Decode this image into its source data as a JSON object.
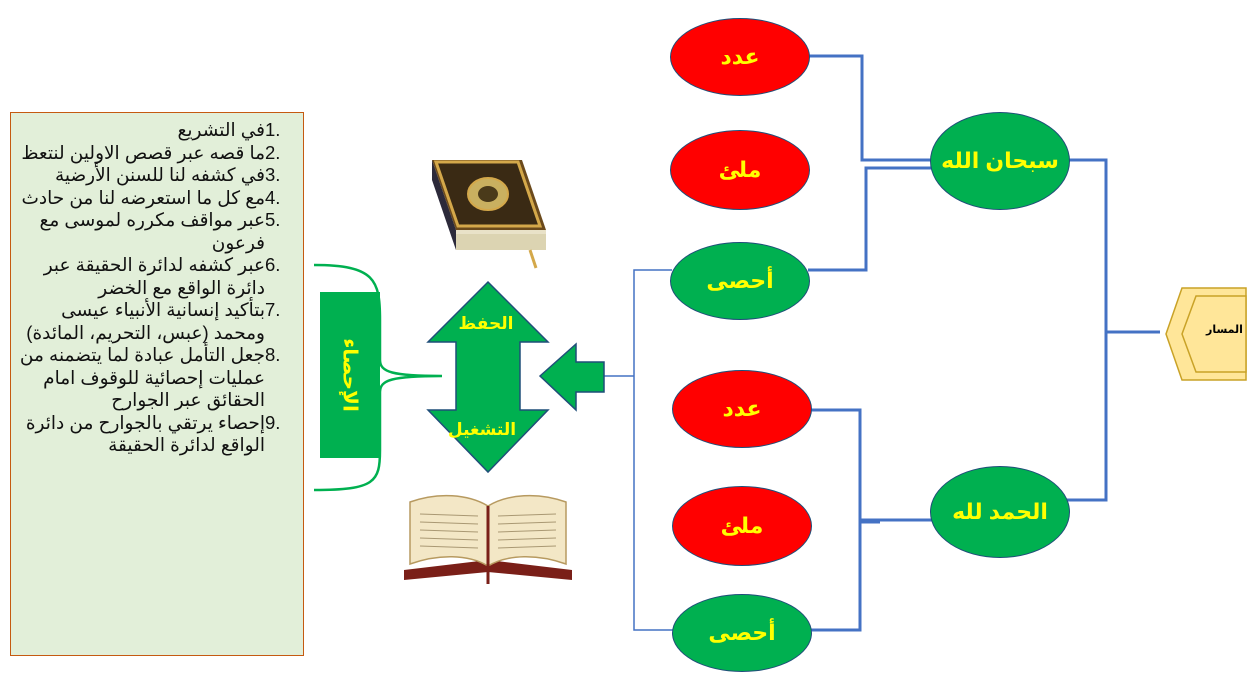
{
  "list_items": [
    {
      "num": "1.",
      "text": "في التشريع"
    },
    {
      "num": "2.",
      "text": "ما قصه عبر قصص الاولين لنتعظ"
    },
    {
      "num": "3.",
      "text": "في كشفه لنا للسنن الأرضية"
    },
    {
      "num": "4.",
      "text": "مع كل ما استعرضه لنا من حادث"
    },
    {
      "num": "5.",
      "text": "عبر مواقف مكرره لموسى مع فرعون"
    },
    {
      "num": "6.",
      "text": "عبر كشفه لدائرة الحقيقة عبر دائرة الواقع مع الخضر"
    },
    {
      "num": "7.",
      "text": "بتأكيد إنسانية الأنبياء عيسى ومحمد (عبس، التحريم، المائدة)"
    },
    {
      "num": "8.",
      "text": "جعل التأمل عبادة لما يتضمنه من عمليات إحصائية للوقوف امام الحقائق عبر الجوارح"
    },
    {
      "num": "9.",
      "text": "إحصاء يرتقي بالجوارح من دائرة الواقع لدائرة الحقيقة"
    }
  ],
  "ihsaa_label": "الإحصاء",
  "arrow": {
    "top_label": "الحفظ",
    "bottom_label": "التشغيل"
  },
  "path_label": "المسار",
  "main_nodes": {
    "subhan": "سبحان الله",
    "hamd": "الحمد لله"
  },
  "leaves": {
    "top": [
      "عدد",
      "ملئ",
      "أحصى"
    ],
    "bottom": [
      "عدد",
      "ملئ",
      "أحصى"
    ]
  },
  "colors": {
    "red": "#ff0000",
    "green": "#00b050",
    "text_yellow": "#ffff00",
    "line_blue": "#4472c4",
    "box_fill": "#e2efd9",
    "box_border": "#c55a11",
    "path_fill": "#ffe699"
  },
  "icons": {
    "top_book": "quran-closed-book-icon",
    "bottom_book": "open-book-icon"
  }
}
